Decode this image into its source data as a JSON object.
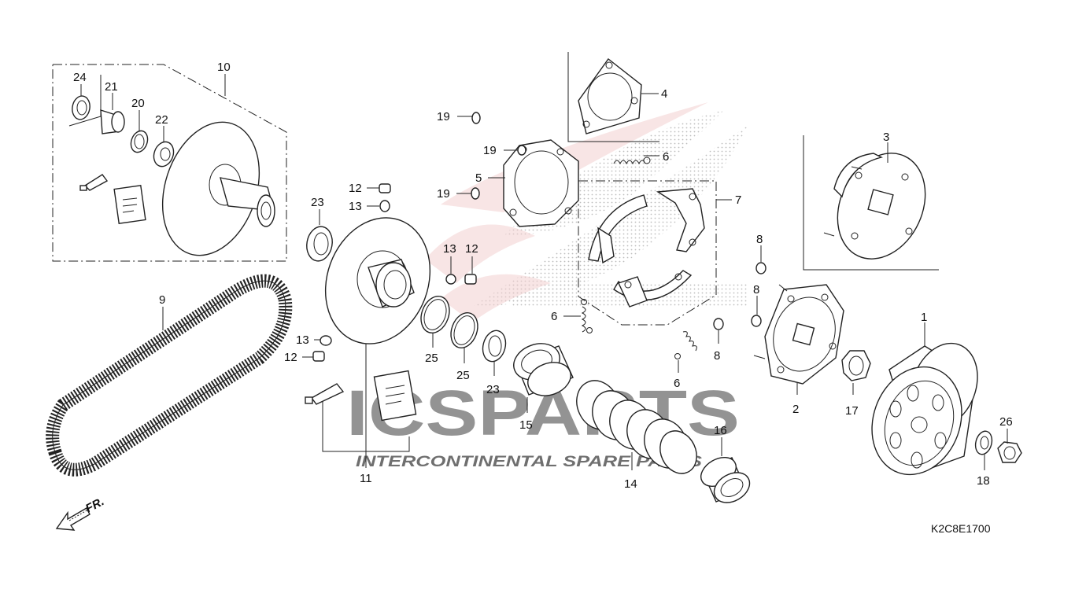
{
  "diagram": {
    "code": "K2C8E1700",
    "front_arrow": "FR.",
    "watermark": {
      "brand": "ICSPARTS",
      "tagline": "INTERCONTINENTAL SPARE PARTS",
      "brand_color": "#e4a3a3",
      "grey": "#c9c9c9"
    },
    "labels": {
      "p1": "1",
      "p2": "2",
      "p3": "3",
      "p4": "4",
      "p5": "5",
      "p6a": "6",
      "p6b": "6",
      "p6c": "6",
      "p7": "7",
      "p8a": "8",
      "p8b": "8",
      "p8c": "8",
      "p9": "9",
      "p10": "10",
      "p11": "11",
      "p12a": "12",
      "p12b": "12",
      "p12c": "12",
      "p13a": "13",
      "p13b": "13",
      "p13c": "13",
      "p14": "14",
      "p15": "15",
      "p16": "16",
      "p17": "17",
      "p18": "18",
      "p19a": "19",
      "p19b": "19",
      "p19c": "19",
      "p20": "20",
      "p21": "21",
      "p22": "22",
      "p23a": "23",
      "p23b": "23",
      "p24": "24",
      "p25a": "25",
      "p25b": "25",
      "p26": "26"
    }
  }
}
